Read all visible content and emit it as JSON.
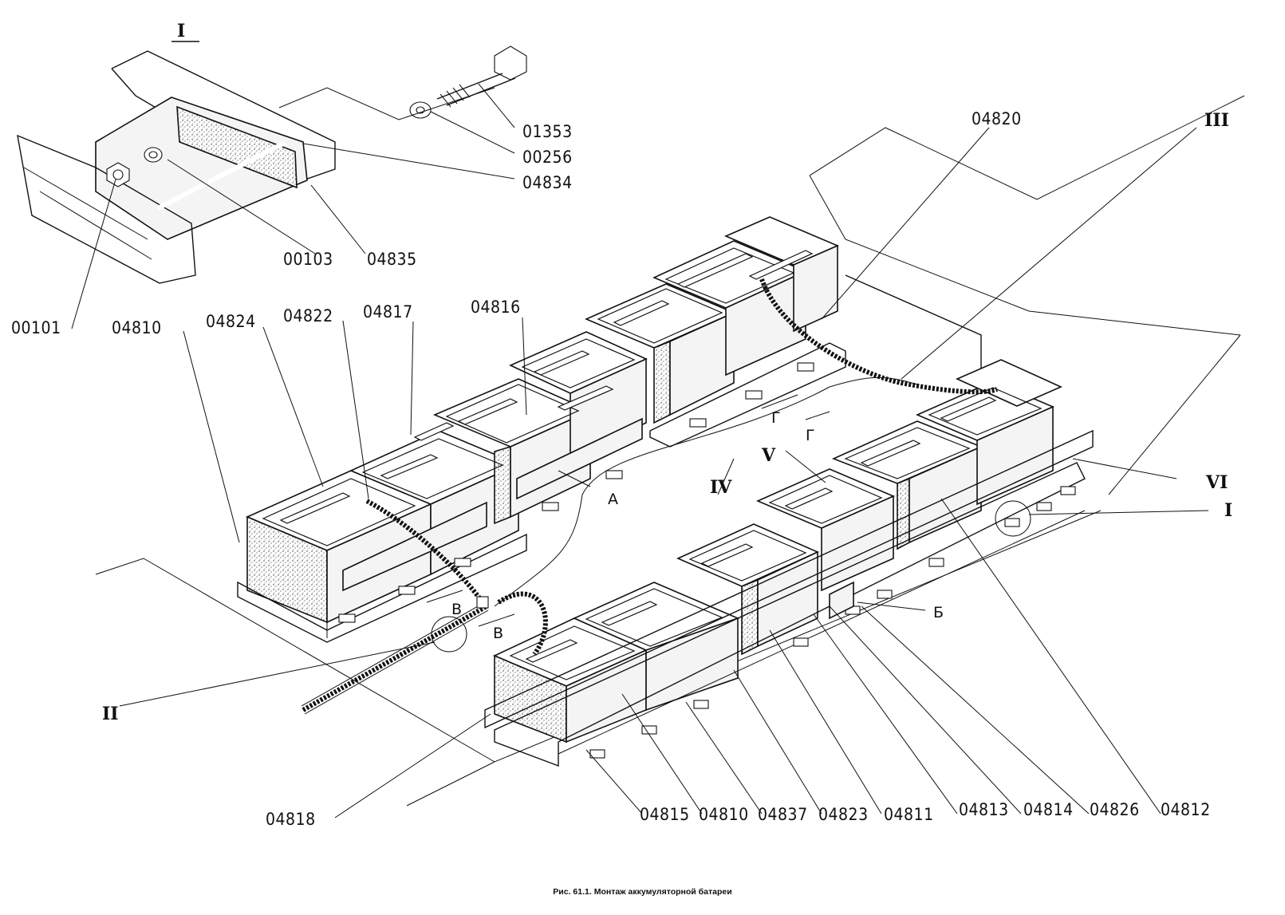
{
  "title_marker": "I",
  "caption": "Рис. 61.1. Монтаж аккумуляторной батареи",
  "callouts_detail": [
    "01353",
    "00256",
    "04834",
    "00103",
    "04835",
    "00101"
  ],
  "callouts_top": [
    "04810",
    "04824",
    "04822",
    "04817",
    "04816",
    "04820"
  ],
  "callouts_bottom": [
    "04818",
    "04815",
    "04810",
    "04837",
    "04823",
    "04811",
    "04813",
    "04814",
    "04826",
    "04812"
  ],
  "roman_labels": [
    "III",
    "IV",
    "V",
    "VI",
    "I",
    "II"
  ],
  "section_marks": [
    "Г",
    "Г",
    "В",
    "В",
    "А",
    "Б"
  ]
}
